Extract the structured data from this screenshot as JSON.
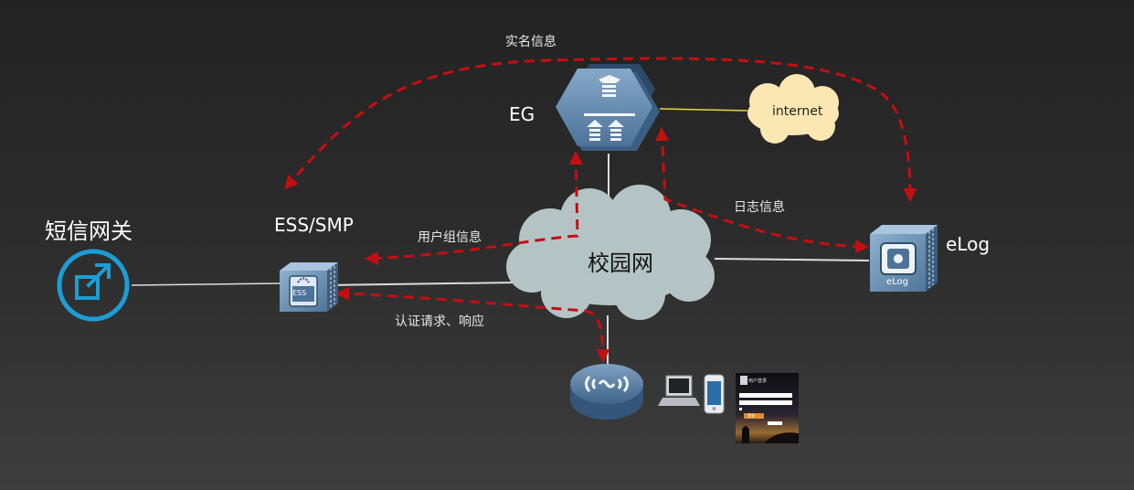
{
  "nodes": {
    "sms_gateway": "短信网关",
    "ess_smp": "ESS/SMP",
    "ess_badge": "ESS",
    "eg": "EG",
    "internet": "internet",
    "campus_net": "校园网",
    "elog": "eLog",
    "elog_badge": "eLog"
  },
  "flows": {
    "real_name_info": "实名信息",
    "user_group_info": "用户组信息",
    "log_info": "日志信息",
    "auth_request_response": "认证请求、响应"
  },
  "login_screen": {
    "title": "用户登录",
    "login_button": "登录"
  },
  "colors": {
    "flow_arrow": "#c40f12",
    "link_line": "#dcdcdc",
    "internet_link": "#e5d93a",
    "device_blue": "#5f87ad",
    "sms_icon": "#1b9ed6",
    "cloud": "#b4c4c5",
    "internet_cloud": "#fbe7b2"
  }
}
